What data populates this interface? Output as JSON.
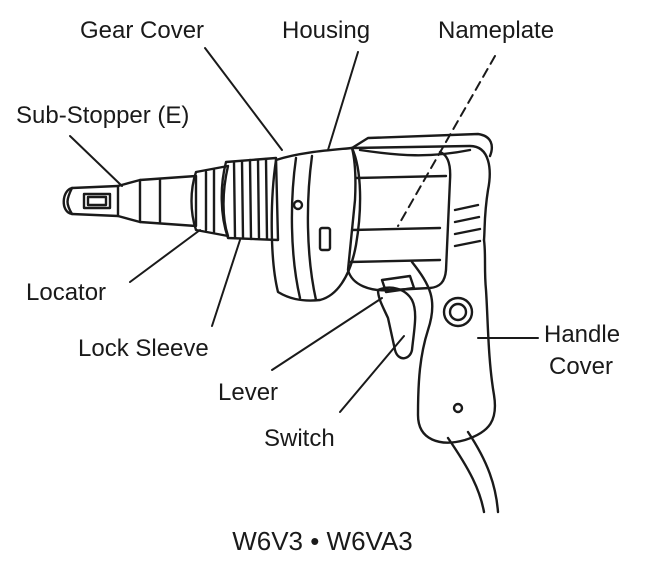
{
  "labels": {
    "gear_cover": "Gear Cover",
    "housing": "Housing",
    "nameplate": "Nameplate",
    "sub_stopper": "Sub-Stopper (E)",
    "locator": "Locator",
    "lock_sleeve": "Lock Sleeve",
    "lever": "Lever",
    "switch": "Switch",
    "handle_line1": "Handle",
    "handle_line2": "Cover"
  },
  "model": "W6V3 • W6VA3"
}
